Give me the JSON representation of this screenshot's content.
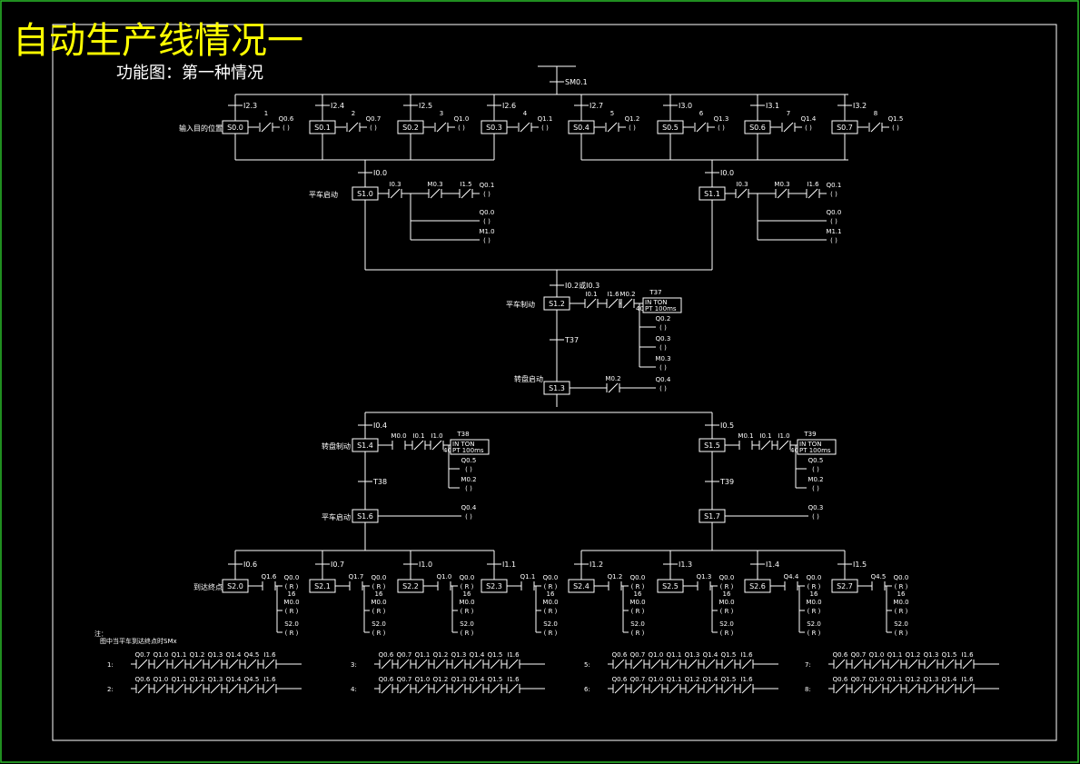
{
  "title": "自动生产线情况一",
  "subtitle": "功能图：第一种情况",
  "top_contact": "SM0.1",
  "row1": {
    "side_label": "输入目的位置",
    "steps": [
      {
        "step": "S0.0",
        "trans": "I2.3",
        "num": "1",
        "coil": "Q0.6"
      },
      {
        "step": "S0.1",
        "trans": "I2.4",
        "num": "2",
        "coil": "Q0.7"
      },
      {
        "step": "S0.2",
        "trans": "I2.5",
        "num": "3",
        "coil": "Q1.0"
      },
      {
        "step": "S0.3",
        "trans": "I2.6",
        "num": "4",
        "coil": "Q1.1"
      },
      {
        "step": "S0.4",
        "trans": "I2.7",
        "num": "5",
        "coil": "Q1.2"
      },
      {
        "step": "S0.5",
        "trans": "I3.0",
        "num": "6",
        "coil": "Q1.3"
      },
      {
        "step": "S0.6",
        "trans": "I3.1",
        "num": "7",
        "coil": "Q1.4"
      },
      {
        "step": "S0.7",
        "trans": "I3.2",
        "num": "8",
        "coil": "Q1.5"
      }
    ]
  },
  "row2": {
    "side_label": "平车启动",
    "left": {
      "step": "S1.0",
      "trans": "I0.0",
      "c1": "I0.3",
      "c2": "M0.3",
      "c3": "I1.5",
      "coils": [
        "Q0.1",
        "Q0.0",
        "M1.0"
      ]
    },
    "right": {
      "step": "S1.1",
      "trans": "I0.0",
      "c1": "I0.3",
      "c2": "M0.3",
      "c3": "I1.6",
      "coils": [
        "Q0.1",
        "Q0.0",
        "M1.1"
      ]
    }
  },
  "row3": {
    "side_label": "平车制动",
    "step": "S1.2",
    "trans": "I0.2或I0.3",
    "c1": "I0.1",
    "c2": "I1.6",
    "c3": "M0.2",
    "timer": "T37",
    "timer_in": "IN   TON",
    "timer_pt": "PT   100ms",
    "timer_en": "40",
    "coils": [
      "Q0.2",
      "Q0.3",
      "M0.3"
    ]
  },
  "row4": {
    "side_label": "转盘启动",
    "step": "S1.3",
    "trans": "T37",
    "c1": "M0.2",
    "coil": "Q0.4"
  },
  "row5": {
    "left": {
      "side_label": "转盘制动",
      "step": "S1.4",
      "trans": "I0.4",
      "c1": "M0.0",
      "c2": "I0.1",
      "c3": "I1.0",
      "timer": "T38",
      "coils": [
        "Q0.5",
        "M0.2"
      ]
    },
    "right": {
      "step": "S1.5",
      "trans": "I0.5",
      "c1": "M0.1",
      "c2": "I0.1",
      "c3": "I1.0",
      "timer": "T39",
      "coils": [
        "Q0.5",
        "M0.2"
      ]
    },
    "timer_in": "IN   TON",
    "timer_pt": "PT   100ms",
    "timer_en": "40"
  },
  "row6": {
    "left": {
      "side_label": "平车启动",
      "step": "S1.6",
      "trans": "T38",
      "coil": "Q0.4"
    },
    "right": {
      "step": "S1.7",
      "trans": "T39",
      "coil": "Q0.3"
    }
  },
  "row7": {
    "side_label": "到达终点",
    "steps": [
      {
        "step": "S2.0",
        "trans": "I0.6",
        "c1": "Q1.6"
      },
      {
        "step": "S2.1",
        "trans": "I0.7",
        "c1": "Q1.7"
      },
      {
        "step": "S2.2",
        "trans": "I1.0",
        "c1": "Q1.0"
      },
      {
        "step": "S2.3",
        "trans": "I1.1",
        "c1": "Q1.1"
      },
      {
        "step": "S2.4",
        "trans": "I1.2",
        "c1": "Q1.2"
      },
      {
        "step": "S2.5",
        "trans": "I1.3",
        "c1": "Q1.3"
      },
      {
        "step": "S2.6",
        "trans": "I1.4",
        "c1": "Q4.4"
      },
      {
        "step": "S2.7",
        "trans": "I1.5",
        "c1": "Q4.5"
      }
    ],
    "coils": [
      "Q0.0",
      "M0.0",
      "S2.0"
    ],
    "coil_sub": [
      "R",
      "R",
      "R"
    ],
    "coil_num": "16"
  },
  "notes": {
    "heading": "注：",
    "text": "图中当平车到达终点时SMx",
    "rows": [
      {
        "label": "1:",
        "contacts": [
          "Q0.7",
          "Q1.0",
          "Q1.1",
          "Q1.2",
          "Q1.3",
          "Q1.4",
          "Q4.5",
          "I1.6"
        ]
      },
      {
        "label": "2:",
        "contacts": [
          "Q0.6",
          "Q1.0",
          "Q1.1",
          "Q1.2",
          "Q1.3",
          "Q1.4",
          "Q4.5",
          "I1.6"
        ]
      },
      {
        "label": "3:",
        "contacts": [
          "Q0.6",
          "Q0.7",
          "Q1.1",
          "Q1.2",
          "Q1.3",
          "Q1.4",
          "Q1.5",
          "I1.6"
        ]
      },
      {
        "label": "4:",
        "contacts": [
          "Q0.6",
          "Q0.7",
          "Q1.0",
          "Q1.2",
          "Q1.3",
          "Q1.4",
          "Q1.5",
          "I1.6"
        ]
      },
      {
        "label": "5:",
        "contacts": [
          "Q0.6",
          "Q0.7",
          "Q1.0",
          "Q1.1",
          "Q1.3",
          "Q1.4",
          "Q1.5",
          "I1.6"
        ]
      },
      {
        "label": "6:",
        "contacts": [
          "Q0.6",
          "Q0.7",
          "Q1.0",
          "Q1.1",
          "Q1.2",
          "Q1.4",
          "Q1.5",
          "I1.6"
        ]
      },
      {
        "label": "7:",
        "contacts": [
          "Q0.6",
          "Q0.7",
          "Q1.0",
          "Q1.1",
          "Q1.2",
          "Q1.3",
          "Q1.5",
          "I1.6"
        ]
      },
      {
        "label": "8:",
        "contacts": [
          "Q0.6",
          "Q0.7",
          "Q1.0",
          "Q1.1",
          "Q1.2",
          "Q1.3",
          "Q1.4",
          "I1.6"
        ]
      }
    ]
  },
  "colors": {
    "background": "#000000",
    "frame": "#2bbd2b",
    "title": "#ffff00",
    "line": "#ffffff"
  }
}
